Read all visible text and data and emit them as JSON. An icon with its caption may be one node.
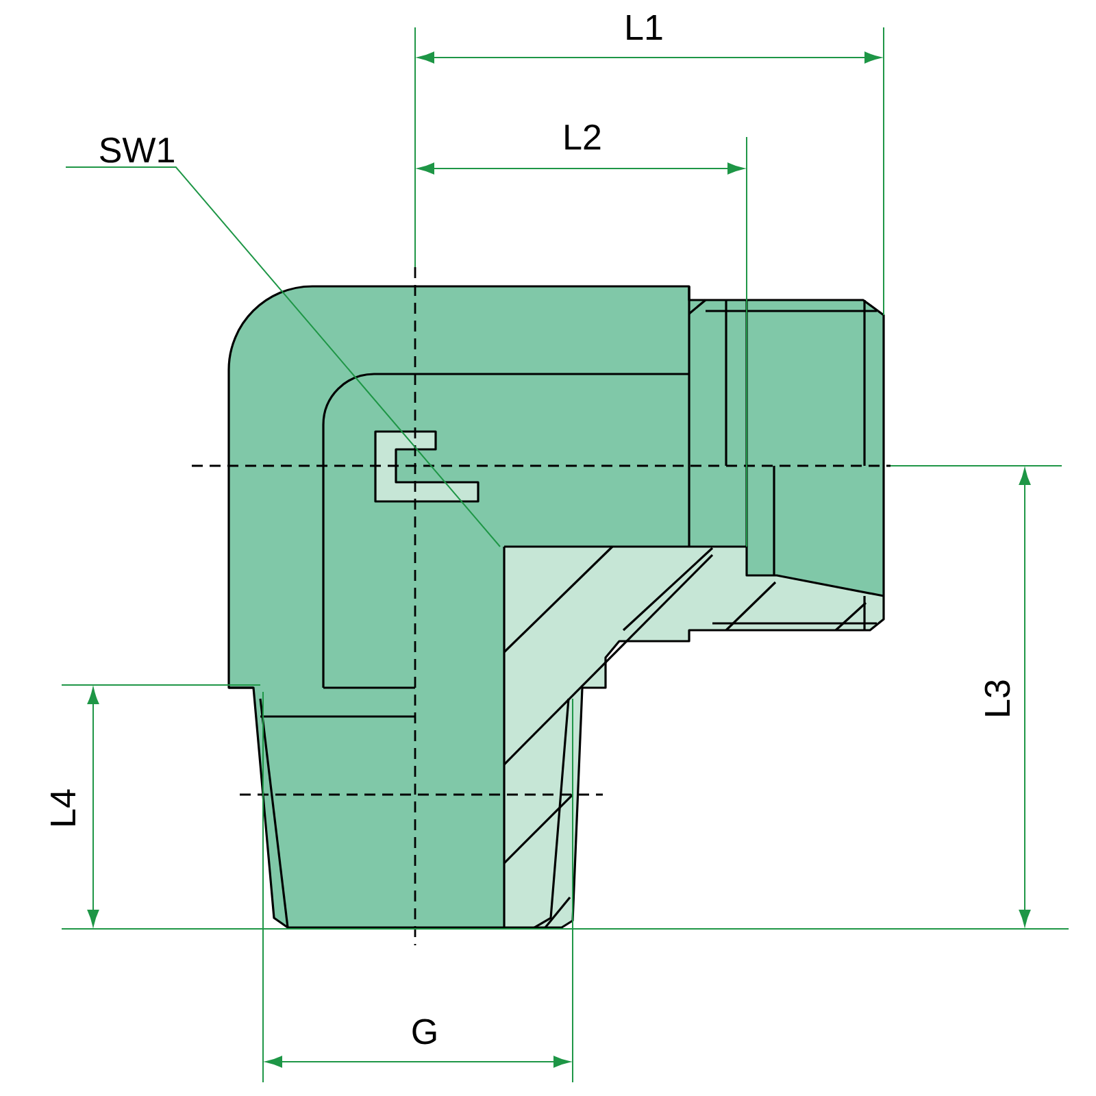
{
  "diagram": {
    "nodes": [
      {
        "text": [
          "SW1"
        ]
      },
      {
        "text": [],
        "shape": "picture"
      }
    ],
    "edges": [
      {
        "from": 0,
        "to": 1,
        "arrow": "none"
      }
    ],
    "labels": [
      "L1",
      "L2",
      "L3",
      "L4",
      "G"
    ]
  }
}
